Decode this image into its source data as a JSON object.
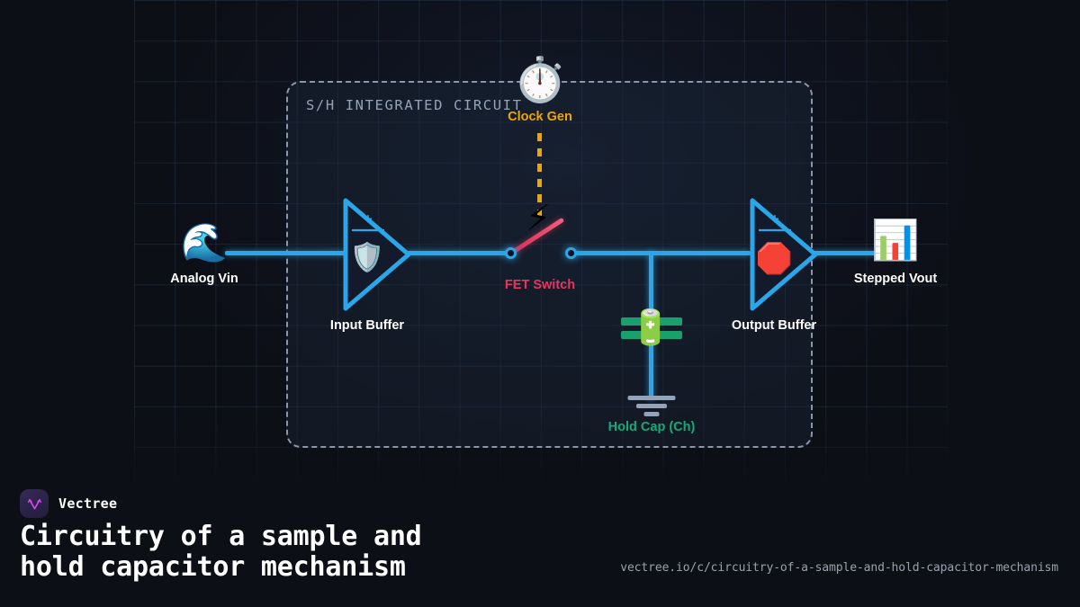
{
  "page": {
    "background_color": "#0d0f17",
    "accent_wire_color": "#2ba6e8",
    "title": "Circuitry of a sample and\nhold capacitor mechanism",
    "footer_url": "vectree.io/c/circuitry-of-a-sample-and-hold-capacitor-mechanism"
  },
  "brand": {
    "name": "Vectree",
    "logo_icon": "vectree-logo-icon",
    "logo_color": "#d946ef",
    "logo_bg": "#2e2550"
  },
  "ic_block": {
    "title": "S/H INTEGRATED CIRCUIT",
    "border_color": "#8d96a8",
    "fill_color": "rgba(30,41,59,0.38)"
  },
  "nodes": {
    "analog_in": {
      "label": "Analog Vin",
      "icon": "ocean-wave-icon",
      "glyph": "🌊",
      "label_color": "#ffffff"
    },
    "input_buffer": {
      "label": "Input Buffer",
      "icon": "shield-icon",
      "glyph": "🛡️",
      "polarity_mark": "+",
      "label_color": "#ffffff"
    },
    "clock_gen": {
      "label": "Clock Gen",
      "icon": "stopwatch-icon",
      "glyph": "⏱️",
      "label_color": "#f0a500"
    },
    "fet_switch": {
      "label": "FET Switch",
      "icon": "lightning-bolt-icon",
      "glyph": "⚡",
      "label_color": "#e8355e",
      "arm_color": "#e23c5e"
    },
    "hold_cap": {
      "label": "Hold Cap (Ch)",
      "icon": "battery-icon",
      "glyph": "🔋",
      "label_color": "#16a97a",
      "plate_color": "#1aa06d"
    },
    "output_buffer": {
      "label": "Output Buffer",
      "icon": "stop-sign-icon",
      "glyph": "🛑",
      "polarity_mark": "+",
      "label_color": "#ffffff"
    },
    "stepped_out": {
      "label": "Stepped Vout",
      "icon": "bar-chart-icon",
      "glyph": "📊",
      "label_color": "#ffffff"
    }
  }
}
